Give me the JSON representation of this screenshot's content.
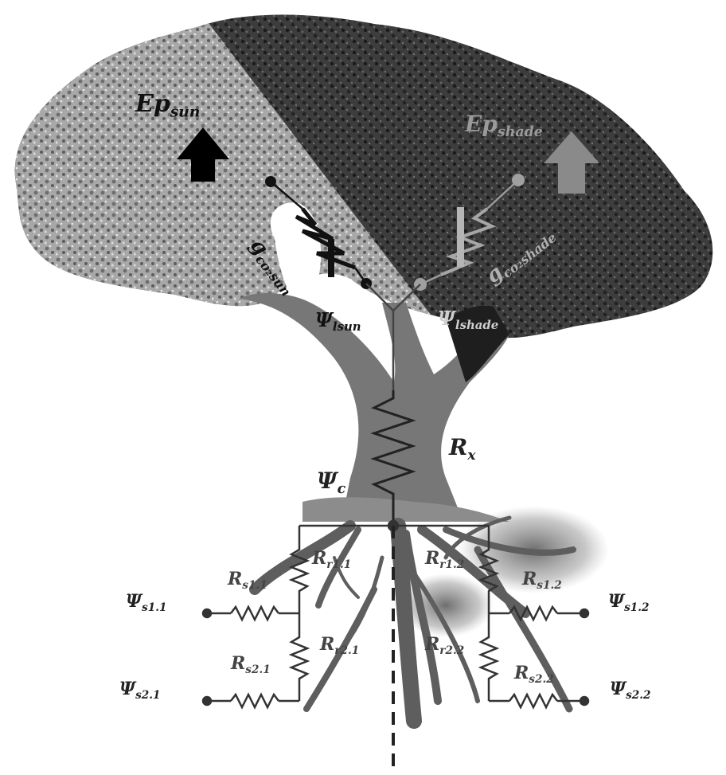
{
  "colors": {
    "sun_canopy": "#8e8e8e",
    "shade_canopy": "#3a3a3a",
    "trunk": "#6f6f6f",
    "roots": "#5e5e5e",
    "sun_circuit": "#111111",
    "shade_circuit": "#9a9a9a",
    "soil_circuit": "#333333"
  },
  "labels": {
    "ep_sun": {
      "main": "Ep",
      "sub": "sun"
    },
    "ep_shade": {
      "main": "Ep",
      "sub": "shade"
    },
    "g_co2_sun": {
      "main": "g",
      "sub": "co₂sun"
    },
    "g_co2_shade": {
      "main": "g",
      "sub": "co₂shade"
    },
    "psi_lsun": {
      "main": "Ψ",
      "sub": "lsun"
    },
    "psi_lshade": {
      "main": "Ψ",
      "sub": "lshade"
    },
    "r_x": {
      "main": "R",
      "sub": "x"
    },
    "psi_c": {
      "main": "Ψ",
      "sub": "c"
    },
    "r_r11": {
      "main": "R",
      "sub": "r1.1"
    },
    "r_r12": {
      "main": "R",
      "sub": "r1.2"
    },
    "r_s11": {
      "main": "R",
      "sub": "s1.1"
    },
    "r_s12": {
      "main": "R",
      "sub": "s1.2"
    },
    "psi_s11": {
      "main": "Ψ",
      "sub": "s1.1"
    },
    "psi_s12": {
      "main": "Ψ",
      "sub": "s1.2"
    },
    "r_r21": {
      "main": "R",
      "sub": "r2.1"
    },
    "r_r22": {
      "main": "R",
      "sub": "r2.2"
    },
    "r_s21": {
      "main": "R",
      "sub": "s2.1"
    },
    "r_s22": {
      "main": "R",
      "sub": "s2.2"
    },
    "psi_s21": {
      "main": "Ψ",
      "sub": "s2.1"
    },
    "psi_s22": {
      "main": "Ψ",
      "sub": "s2.2"
    }
  }
}
